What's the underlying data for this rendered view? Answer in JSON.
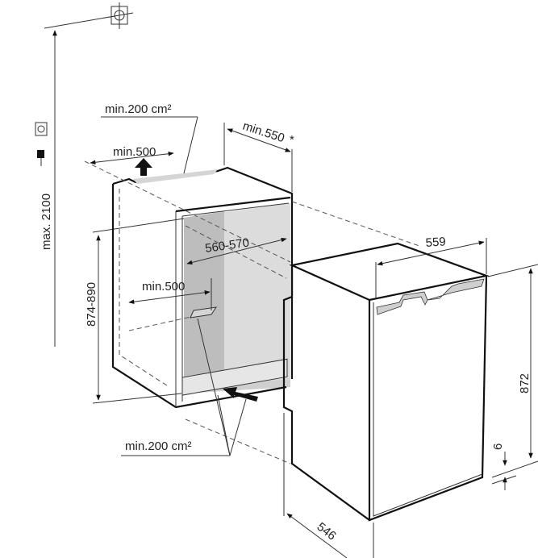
{
  "diagram": {
    "labels": {
      "vent_top_area": "min.200 cm²",
      "vent_top_width": "min.500",
      "depth_niche": "min.550",
      "depth_note": "*",
      "niche_width": "560-570",
      "vent_bottom_width": "min.500",
      "vent_bottom_area": "min.200 cm²",
      "max_height": "max. 2100",
      "niche_height": "874-890",
      "appliance_width": "559",
      "appliance_height": "872",
      "plinth_gap": "6",
      "appliance_depth": "546"
    },
    "colors": {
      "line": "#111111",
      "shade_dark": "#bdbdbd",
      "shade_light": "#dcdcdc"
    }
  }
}
